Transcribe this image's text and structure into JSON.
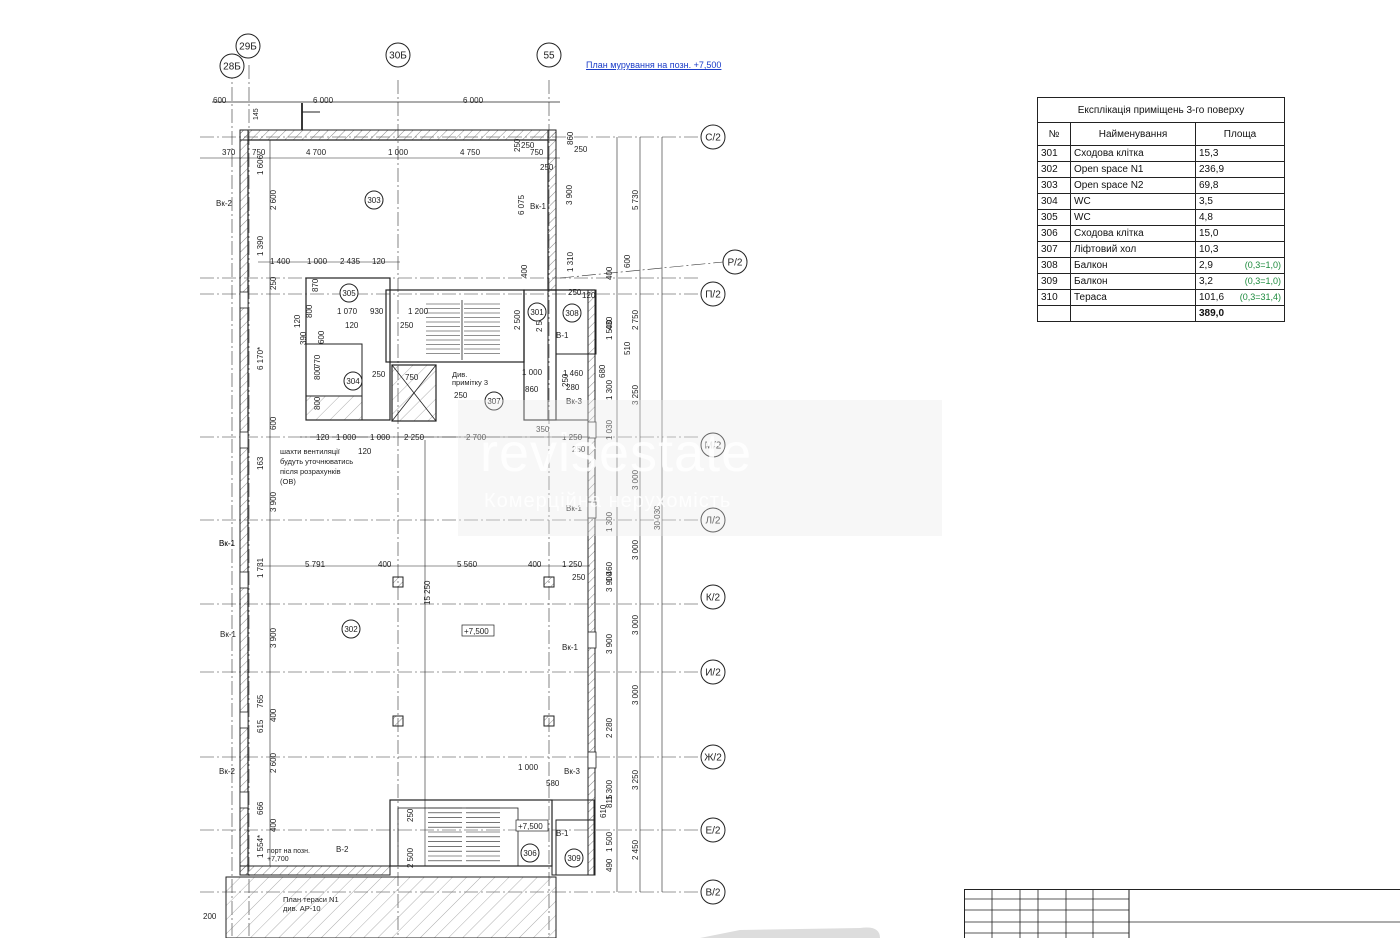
{
  "drawing": {
    "title_link": "План мурування на позн. +7,500",
    "axes_top": [
      "29Б",
      "28Б",
      "30Б",
      "55"
    ],
    "axes_right": [
      "С/2",
      "Р/2",
      "П/2",
      "М/2",
      "Л/2",
      "К/2",
      "И/2",
      "Ж/2",
      "Е/2",
      "В/2"
    ],
    "dims_top": [
      "600",
      "6 000",
      "6 000",
      "145"
    ],
    "dims_row1": [
      "370",
      "750",
      "4 700",
      "1 000",
      "4 750",
      "250",
      "750"
    ],
    "dims_row2": [
      "1 400",
      "1 000",
      "2 435",
      "120"
    ],
    "dims_row3": [
      "120",
      "1 000",
      "1 000",
      "2 250",
      "2 700",
      "1 250"
    ],
    "dims_row4": [
      "5 791",
      "400",
      "5 560",
      "400",
      "1 250"
    ],
    "dims_right": [
      "5 730",
      "600",
      "2 750",
      "510",
      "3 250",
      "3 000",
      "3 000",
      "3 000",
      "3 000",
      "3 250",
      "2 450",
      "30 030"
    ],
    "dims_left": [
      "1 606",
      "2 600",
      "1 390",
      "250",
      "6 170*",
      "600",
      "163",
      "3 900",
      "1 731",
      "3 900",
      "765",
      "400",
      "615",
      "2 600",
      "666",
      "400",
      "1 554*"
    ],
    "dims_misc": [
      "250",
      "3 900",
      "6 075",
      "250",
      "860",
      "1 310",
      "400",
      "400",
      "1 500",
      "430",
      "680",
      "1 300",
      "350",
      "1 030",
      "1 300",
      "3 900",
      "1 460",
      "3 900",
      "2 280",
      "1 300",
      "815",
      "610",
      "1 500",
      "490",
      "250",
      "2 500",
      "2 500",
      "1 000",
      "580",
      "15 250",
      "1 070",
      "930",
      "120",
      "1 200",
      "250",
      "800",
      "870",
      "120",
      "390",
      "800",
      "770",
      "600",
      "800",
      "250",
      "250",
      "2 500",
      "1 000",
      "1 460",
      "280",
      "250",
      "860",
      "250",
      "250",
      "250",
      "250",
      "120",
      "120",
      "750"
    ],
    "rooms": [
      "303",
      "305",
      "301",
      "308",
      "304",
      "307",
      "302",
      "306",
      "309"
    ],
    "levels": [
      "+7,500",
      "+7,500"
    ],
    "windows": [
      "Вк-2",
      "Вк-1",
      "Вк-1",
      "Вк-1",
      "Вк-1",
      "Вк-1",
      "Вк-2",
      "Вк-3",
      "Вк-3",
      "Вк-1",
      "В-1",
      "В-1",
      "В-2"
    ],
    "note_shafts": [
      "шахти вентиляції",
      "будуть уточнюватись",
      "після розрахунків",
      "(ОВ)"
    ],
    "note_stairs": [
      "Див.",
      "примітку 3"
    ],
    "note_terrace": [
      "План тераси N1",
      "див. АР-10"
    ],
    "note_portal": [
      "порт на позн.",
      "+7,700"
    ],
    "bottom_dim": "200"
  },
  "watermark": {
    "line1": "revisestate",
    "line2": "Комерційна нерухомість"
  },
  "explication": {
    "caption": "Експлікація приміщень 3-го поверху",
    "headers": [
      "№",
      "Найменування",
      "Площа"
    ],
    "rows": [
      {
        "n": "301",
        "name": "Сходова клітка",
        "area": "15,3",
        "note": ""
      },
      {
        "n": "302",
        "name": "Open space N1",
        "area": "236,9",
        "note": ""
      },
      {
        "n": "303",
        "name": "Open space N2",
        "area": "69,8",
        "note": ""
      },
      {
        "n": "304",
        "name": "WC",
        "area": "3,5",
        "note": ""
      },
      {
        "n": "305",
        "name": "WC",
        "area": "4,8",
        "note": ""
      },
      {
        "n": "306",
        "name": "Сходова клітка",
        "area": "15,0",
        "note": ""
      },
      {
        "n": "307",
        "name": "Ліфтовий хол",
        "area": "10,3",
        "note": ""
      },
      {
        "n": "308",
        "name": "Балкон",
        "area": "2,9",
        "note": "(0,3=1,0)"
      },
      {
        "n": "309",
        "name": "Балкон",
        "area": "3,2",
        "note": "(0,3=1,0)"
      },
      {
        "n": "310",
        "name": "Тераса",
        "area": "101,6",
        "note": "(0,3=31,4)"
      }
    ],
    "total": "389,0"
  }
}
